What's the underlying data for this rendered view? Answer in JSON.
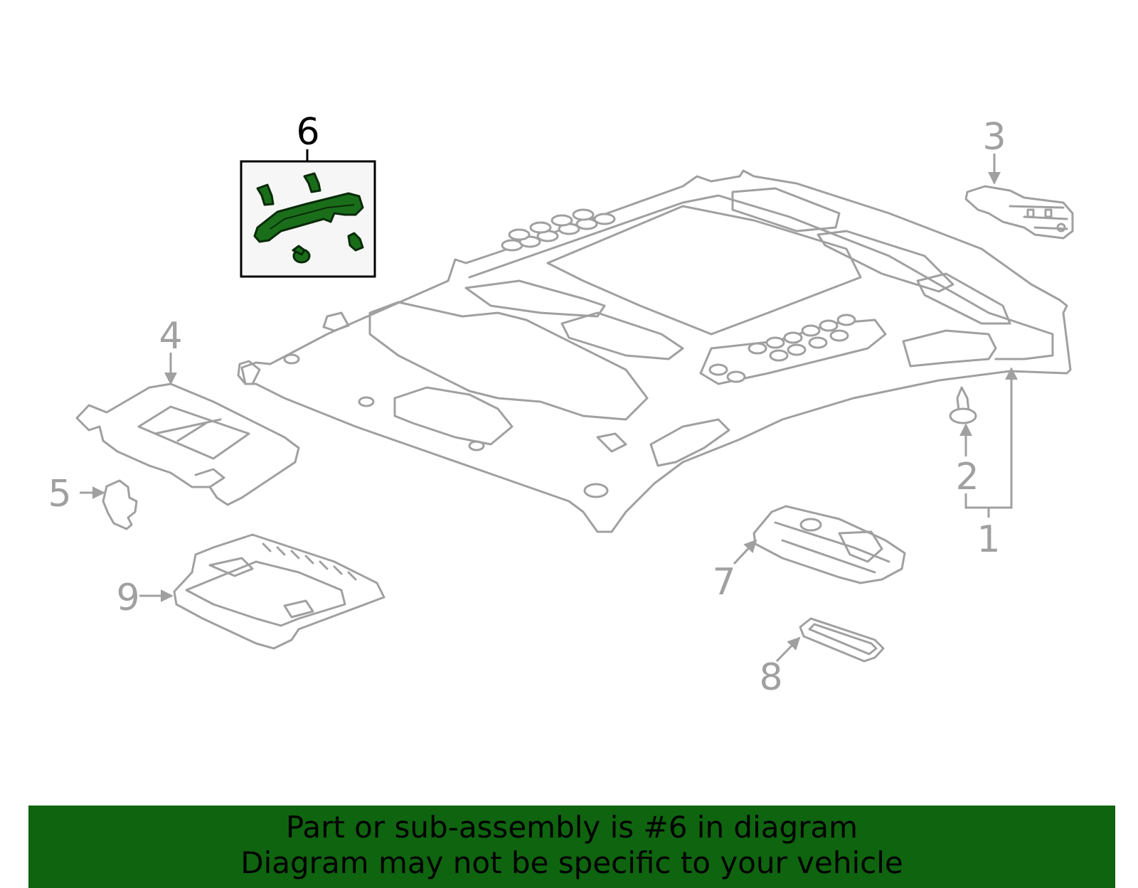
{
  "callouts": {
    "c1": "1",
    "c2": "2",
    "c3": "3",
    "c4": "4",
    "c5": "5",
    "c6": "6",
    "c7": "7",
    "c8": "8",
    "c9": "9"
  },
  "banner": {
    "line1": "Part or sub-assembly is #6 in diagram",
    "line2": "Diagram may not be specific to your vehicle"
  },
  "colors": {
    "banner_bg": "#0f640f",
    "highlight_part": "#1a6e1a",
    "line_gray": "#a0a0a0"
  }
}
